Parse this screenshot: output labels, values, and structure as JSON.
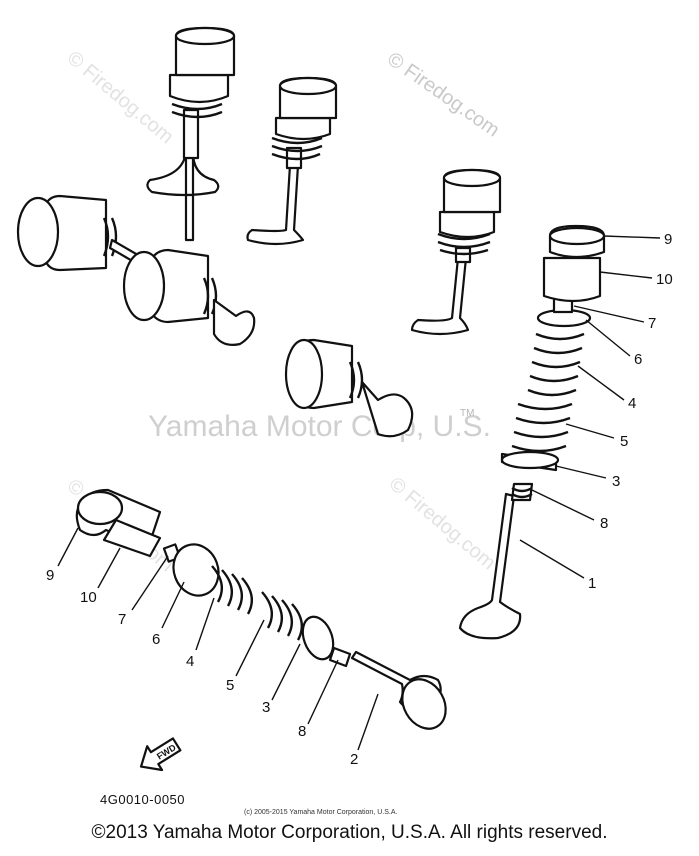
{
  "watermarks": {
    "firedog_top_right": "© Firedog.com",
    "firedog_top_left": "© Firedog.com",
    "firedog_mid_right": "© Firedog.com",
    "firedog_mid_left": "© Firedog.com",
    "yamaha_center": "Yamaha Motor Corp, U.S.",
    "trademark": "TM"
  },
  "callouts_right": [
    "9",
    "10",
    "7",
    "6",
    "4",
    "5",
    "3",
    "8",
    "1"
  ],
  "callouts_left": [
    "9",
    "10",
    "7",
    "6",
    "4",
    "5",
    "3",
    "8",
    "2"
  ],
  "fwd_label": "FWD",
  "diagram_code": "4G0010-0050",
  "small_copyright": "(c) 2005-2015 Yamaha Motor Corporation, U.S.A.",
  "footer_copyright": "©2013 Yamaha Motor Corporation, U.S.A. All rights reserved."
}
